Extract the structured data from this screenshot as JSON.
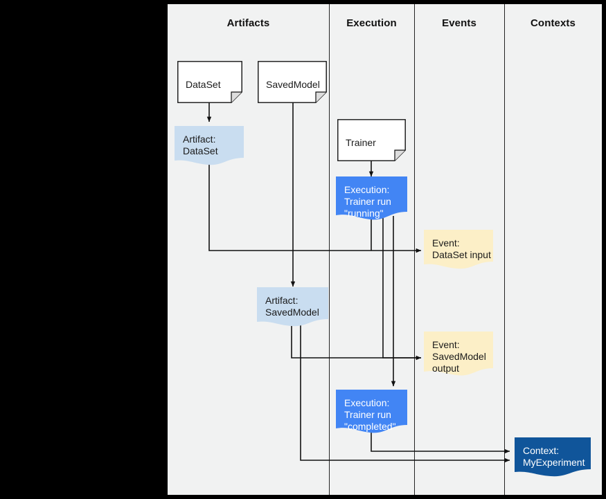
{
  "diagram": {
    "title": "ML Metadata swimlane diagram",
    "background": "#F1F2F2",
    "outer_background": "#000000",
    "lanes": [
      {
        "id": "artifacts",
        "label": "Artifacts"
      },
      {
        "id": "execution",
        "label": "Execution"
      },
      {
        "id": "events",
        "label": "Events"
      },
      {
        "id": "contexts",
        "label": "Contexts"
      }
    ],
    "colors": {
      "artifact_note": "#C9DDF0",
      "execution_note": "#4285F4",
      "event_note": "#FCEFC7",
      "context_note": "#10559A",
      "document_fill": "#FFFFFF",
      "stroke": "#222222",
      "lane_background": "#F1F2F2"
    },
    "documents": [
      {
        "id": "dataset-doc",
        "label": "DataSet"
      },
      {
        "id": "savedmodel-doc",
        "label": "SavedModel"
      },
      {
        "id": "trainer-doc",
        "label": "Trainer"
      }
    ],
    "notes": [
      {
        "id": "artifact-dataset",
        "label": "Artifact:\nDataSet",
        "lane": "artifacts",
        "fill": "#C9DDF0",
        "text": "#1a1a1a"
      },
      {
        "id": "artifact-savedmodel",
        "label": "Artifact:\nSavedModel",
        "lane": "artifacts",
        "fill": "#C9DDF0",
        "text": "#1a1a1a"
      },
      {
        "id": "execution-running",
        "label": "Execution:\nTrainer run\n\"running\"",
        "lane": "execution",
        "fill": "#4285F4",
        "text": "#FFFFFF"
      },
      {
        "id": "execution-completed",
        "label": "Execution:\nTrainer run\n\"completed\"",
        "lane": "execution",
        "fill": "#4285F4",
        "text": "#FFFFFF"
      },
      {
        "id": "event-dataset-input",
        "label": "Event:\nDataSet input",
        "lane": "events",
        "fill": "#FCEFC7",
        "text": "#1a1a1a"
      },
      {
        "id": "event-savedmodel-output",
        "label": "Event:\nSavedModel\noutput",
        "lane": "events",
        "fill": "#FCEFC7",
        "text": "#1a1a1a"
      },
      {
        "id": "context-myexperiment",
        "label": "Context:\nMyExperiment",
        "lane": "contexts",
        "fill": "#10559A",
        "text": "#FFFFFF"
      }
    ]
  }
}
